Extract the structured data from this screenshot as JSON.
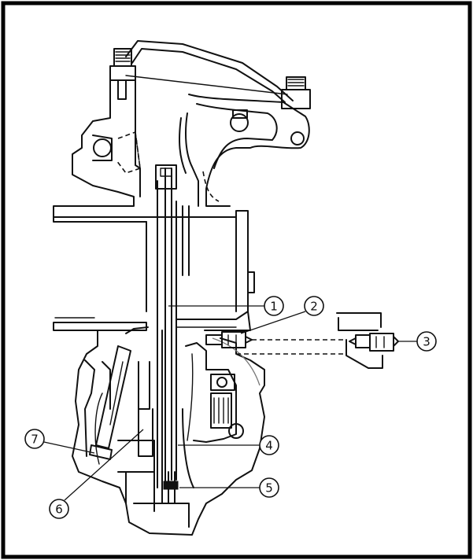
{
  "figure": {
    "type": "exploded cross-section line drawing",
    "callouts": [
      {
        "id": "1",
        "label": "1"
      },
      {
        "id": "2",
        "label": "2"
      },
      {
        "id": "3",
        "label": "3"
      },
      {
        "id": "4",
        "label": "4"
      },
      {
        "id": "5",
        "label": "5"
      },
      {
        "id": "6",
        "label": "6"
      },
      {
        "id": "7",
        "label": "7"
      }
    ]
  }
}
